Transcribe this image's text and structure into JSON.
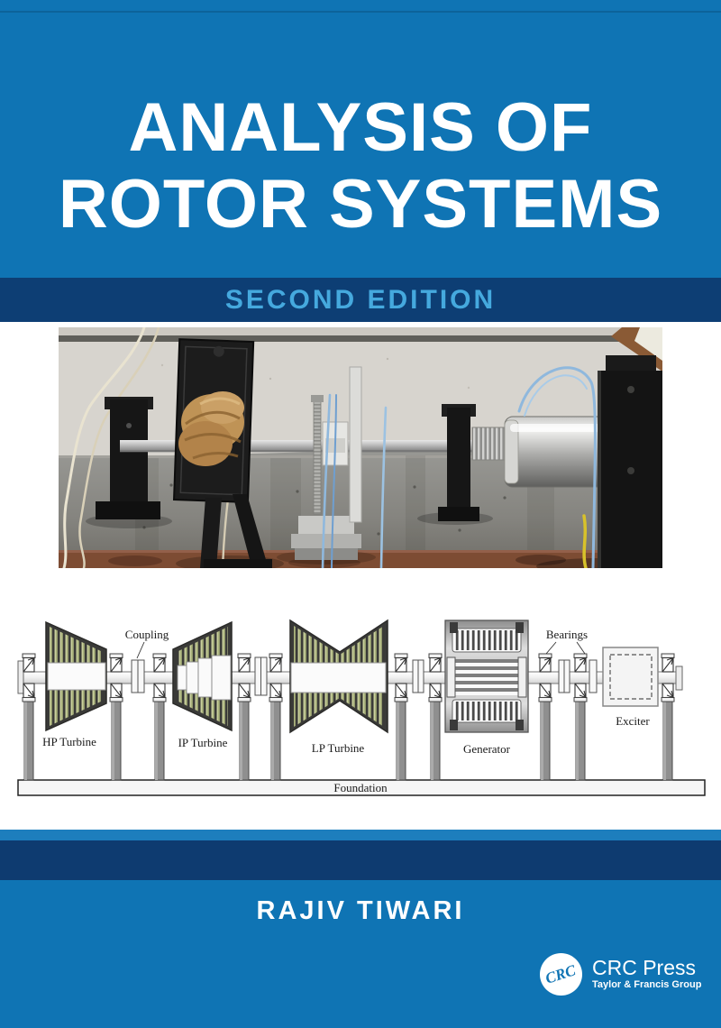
{
  "cover": {
    "title_line1": "ANALYSIS OF",
    "title_line2": "ROTOR SYSTEMS",
    "edition": "SECOND EDITION",
    "author": "RAJIV TIWARI"
  },
  "publisher": {
    "logo_monogram": "CRC",
    "name": "CRC Press",
    "tagline": "Taylor & Francis Group"
  },
  "diagram": {
    "labels": {
      "coupling": "Coupling",
      "bearings": "Bearings",
      "hp_turbine": "HP Turbine",
      "ip_turbine": "IP Turbine",
      "lp_turbine": "LP Turbine",
      "generator": "Generator",
      "exciter": "Exciter",
      "foundation": "Foundation"
    }
  },
  "colors": {
    "main_blue": "#0f74b4",
    "band_navy": "#0d3e74",
    "author_band_navy": "#0e3b70",
    "edition_text_blue": "#45a9de",
    "blade_olive": "#a9b27b",
    "white": "#ffffff"
  }
}
